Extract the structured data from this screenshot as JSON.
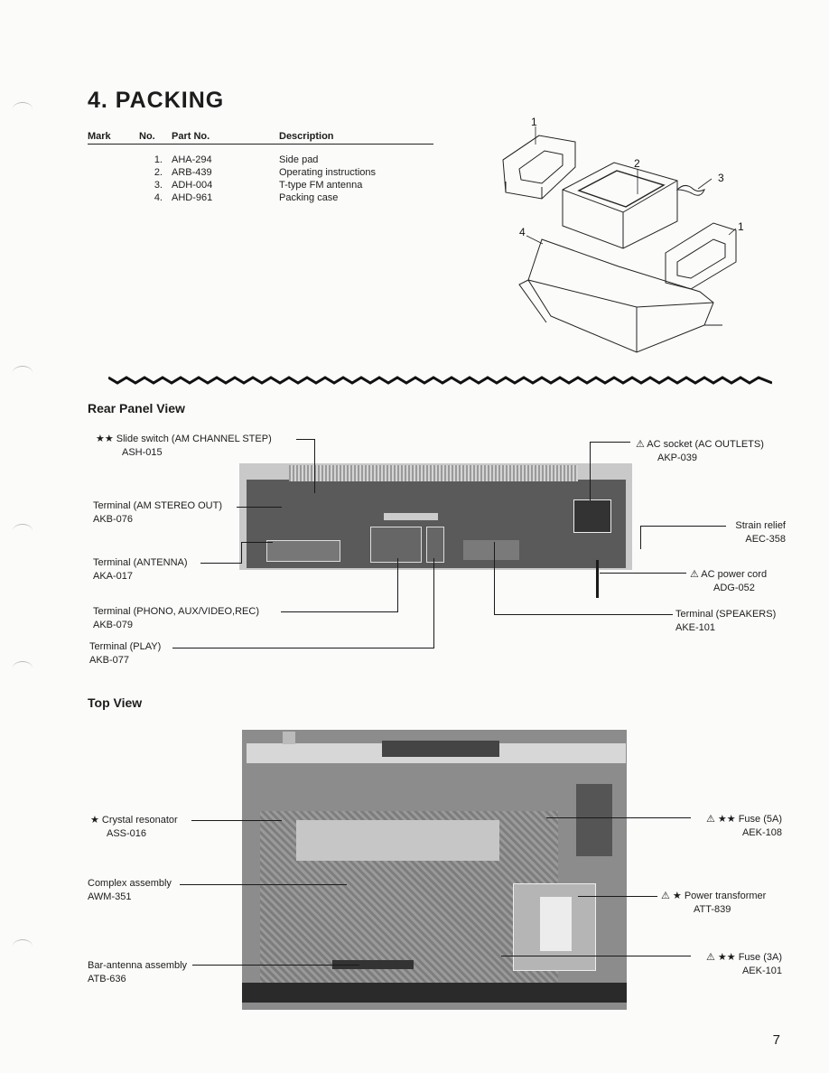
{
  "heading": "4. PACKING",
  "parts_table": {
    "headers": [
      "Mark",
      "No.",
      "Part No.",
      "Description"
    ],
    "rows": [
      {
        "mark": "",
        "no": "1.",
        "part": "AHA-294",
        "desc": "Side pad"
      },
      {
        "mark": "",
        "no": "2.",
        "part": "ARB-439",
        "desc": "Operating instructions"
      },
      {
        "mark": "",
        "no": "3.",
        "part": "ADH-004",
        "desc": "T-type FM antenna"
      },
      {
        "mark": "",
        "no": "4.",
        "part": "AHD-961",
        "desc": "Packing case"
      }
    ]
  },
  "diagram_callouts": [
    "1",
    "2",
    "3",
    "1",
    "4"
  ],
  "rear_panel": {
    "title": "Rear Panel View",
    "labels": {
      "slide_switch": {
        "name": "★★  Slide switch (AM CHANNEL STEP)",
        "part": "ASH-015"
      },
      "am_stereo_out": {
        "name": "Terminal (AM STEREO OUT)",
        "part": "AKB-076"
      },
      "antenna": {
        "name": "Terminal (ANTENNA)",
        "part": "AKA-017"
      },
      "phono": {
        "name": "Terminal (PHONO, AUX/VIDEO,REC)",
        "part": "AKB-079"
      },
      "play": {
        "name": "Terminal (PLAY)",
        "part": "AKB-077"
      },
      "ac_socket": {
        "name": "⚠  AC socket (AC OUTLETS)",
        "part": "AKP-039"
      },
      "strain_relief": {
        "name": "Strain relief",
        "part": "AEC-358"
      },
      "ac_cord": {
        "name": "⚠  AC power cord",
        "part": "ADG-052"
      },
      "speakers": {
        "name": "Terminal (SPEAKERS)",
        "part": "AKE-101"
      }
    }
  },
  "top_view": {
    "title": "Top View",
    "labels": {
      "crystal": {
        "name": "★  Crystal resonator",
        "part": "ASS-016"
      },
      "complex": {
        "name": "Complex assembly",
        "part": "AWM-351"
      },
      "bar_antenna": {
        "name": "Bar-antenna assembly",
        "part": "ATB-636"
      },
      "fuse5": {
        "name": "⚠ ★★  Fuse (5A)",
        "part": "AEK-108"
      },
      "transformer": {
        "name": "⚠  ★  Power transformer",
        "part": "ATT-839"
      },
      "fuse3": {
        "name": "⚠  ★★  Fuse (3A)",
        "part": "AEK-101"
      }
    }
  },
  "page_number": "7"
}
